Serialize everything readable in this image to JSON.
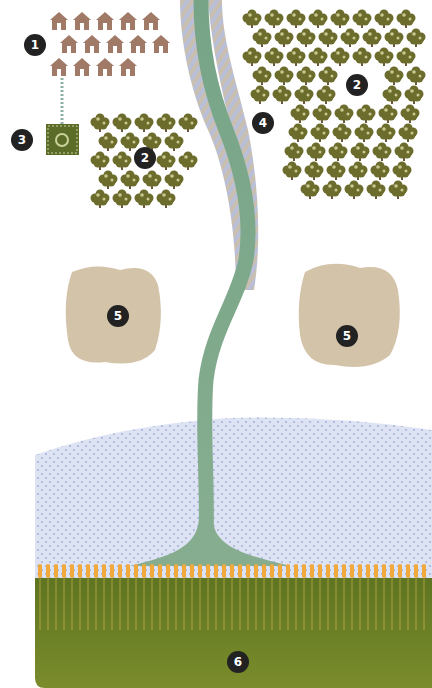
{
  "diagram": {
    "labels": [
      "1",
      "2",
      "3",
      "4",
      "2",
      "5",
      "5",
      "6"
    ]
  }
}
